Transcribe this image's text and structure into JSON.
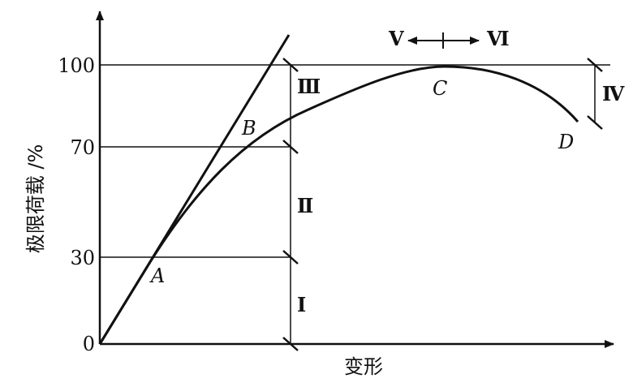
{
  "axes": {
    "y_title": "极限荷载 /%",
    "x_title": "变形",
    "y_ticks": [
      "100",
      "70",
      "30",
      "0"
    ]
  },
  "points": {
    "A": "A",
    "B": "B",
    "C": "C",
    "D": "D"
  },
  "stages": {
    "I": "Ⅰ",
    "II": "Ⅱ",
    "III": "Ⅲ",
    "IV": "Ⅳ",
    "V": "Ⅴ",
    "VI": "Ⅵ"
  }
}
